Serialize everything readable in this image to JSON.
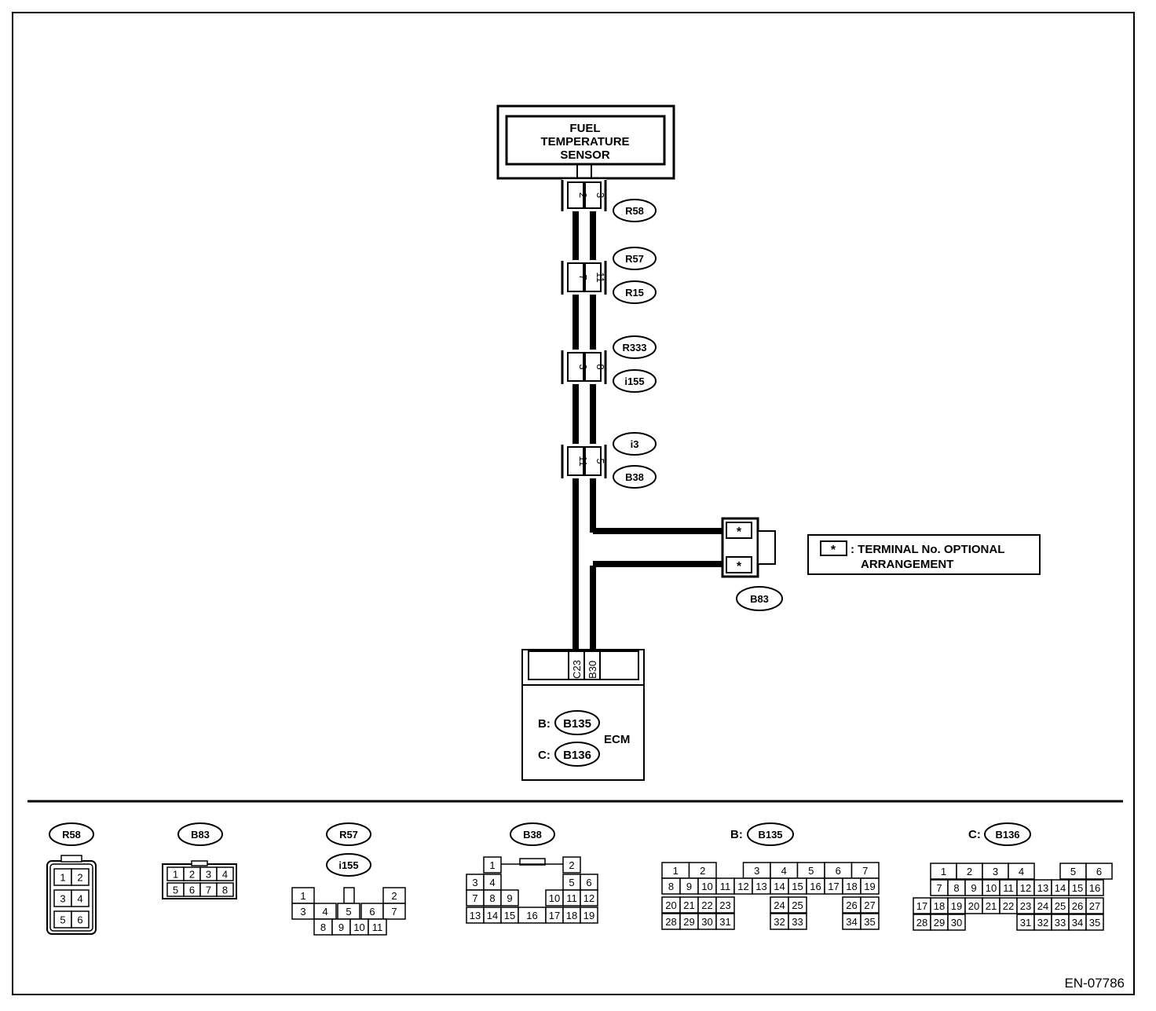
{
  "sensor": {
    "line1": "FUEL",
    "line2": "TEMPERATURE",
    "line3": "SENSOR"
  },
  "connectors_main": [
    {
      "pins": [
        "2",
        "3"
      ],
      "labels": [
        "R58"
      ]
    },
    {
      "pins": [
        "7",
        "11"
      ],
      "labels": [
        "R57",
        "R15"
      ]
    },
    {
      "pins": [
        "3",
        "8"
      ],
      "labels": [
        "R333",
        "i155"
      ]
    },
    {
      "pins": [
        "11",
        "5"
      ],
      "labels": [
        "i3",
        "B38"
      ]
    }
  ],
  "b83": {
    "pins": [
      "*",
      "*"
    ],
    "label": "B83"
  },
  "legend": {
    "symbol": "*",
    "line1": ": TERMINAL No. OPTIONAL",
    "line2": "ARRANGEMENT"
  },
  "ecm": {
    "pins": [
      "C23",
      "B30"
    ],
    "b_prefix": "B:",
    "b_label": "B135",
    "c_prefix": "C:",
    "c_label": "B136",
    "name": "ECM"
  },
  "connector_views": {
    "r58": {
      "label": "R58",
      "pins": [
        "1",
        "2",
        "3",
        "4",
        "5",
        "6"
      ]
    },
    "b83": {
      "label": "B83",
      "pins": [
        "1",
        "2",
        "3",
        "4",
        "5",
        "6",
        "7",
        "8"
      ]
    },
    "r57": {
      "label1": "R57",
      "label2": "i155",
      "pins": [
        "1",
        "2",
        "3",
        "4",
        "5",
        "6",
        "7",
        "8",
        "9",
        "10",
        "11"
      ]
    },
    "b38": {
      "label": "B38",
      "pins": [
        "1",
        "2",
        "3",
        "4",
        "5",
        "6",
        "7",
        "8",
        "9",
        "10",
        "11",
        "12",
        "13",
        "14",
        "15",
        "16",
        "17",
        "18",
        "19"
      ]
    },
    "b135": {
      "prefix": "B:",
      "label": "B135",
      "pins": [
        "1",
        "2",
        "3",
        "4",
        "5",
        "6",
        "7",
        "8",
        "9",
        "10",
        "11",
        "12",
        "13",
        "14",
        "15",
        "16",
        "17",
        "18",
        "19",
        "20",
        "21",
        "22",
        "23",
        "24",
        "25",
        "26",
        "27",
        "28",
        "29",
        "30",
        "31",
        "32",
        "33",
        "34",
        "35"
      ]
    },
    "b136": {
      "prefix": "C:",
      "label": "B136",
      "pins": [
        "1",
        "2",
        "3",
        "4",
        "5",
        "6",
        "7",
        "8",
        "9",
        "10",
        "11",
        "12",
        "13",
        "14",
        "15",
        "16",
        "17",
        "18",
        "19",
        "20",
        "21",
        "22",
        "23",
        "24",
        "25",
        "26",
        "27",
        "28",
        "29",
        "30",
        "31",
        "32",
        "33",
        "34",
        "35"
      ]
    }
  },
  "diagram_code": "EN-07786"
}
